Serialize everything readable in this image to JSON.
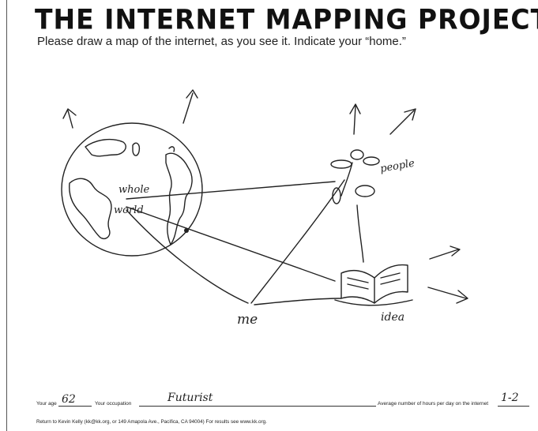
{
  "header": {
    "title": "THE INTERNET MAPPING PROJECT",
    "subtitle": "Please draw a map of the internet, as you see it. Indicate your “home.”"
  },
  "drawing": {
    "labels": {
      "whole_world_line1": "whole",
      "whole_world_line2": "world",
      "people": "people",
      "me": "me",
      "idea": "idea"
    }
  },
  "form": {
    "age_label": "Your age",
    "age_value": "62",
    "occupation_label": "Your occupation",
    "occupation_value": "Futurist",
    "hours_label": "Average number of hours per day on the internet",
    "hours_value": "1-2",
    "return_text": "Return to Kevin Kelly (kk@kk.org, or 149 Amapola Ave., Pacifica, CA 94004) For results see www.kk.org."
  }
}
